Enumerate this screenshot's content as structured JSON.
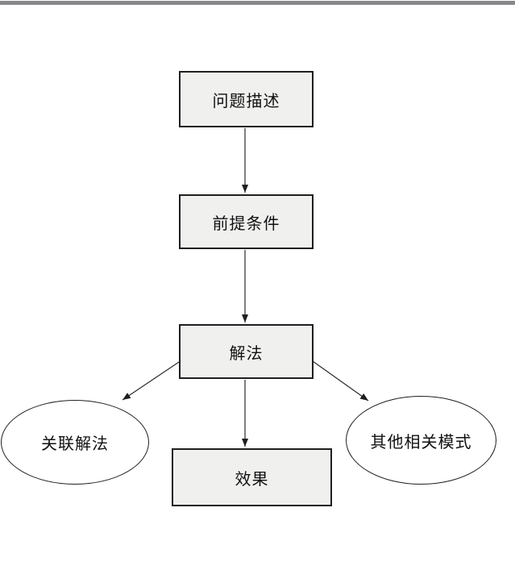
{
  "diagram": {
    "nodes": {
      "problem": {
        "label": "问题描述",
        "shape": "rect"
      },
      "precond": {
        "label": "前提条件",
        "shape": "rect"
      },
      "solution": {
        "label": "解法",
        "shape": "rect"
      },
      "effect": {
        "label": "效果",
        "shape": "rect"
      },
      "related": {
        "label": "关联解法",
        "shape": "ellipse"
      },
      "other": {
        "label": "其他相关模式",
        "shape": "ellipse"
      }
    },
    "edges": [
      {
        "from": "问题描述",
        "to": "前提条件",
        "style": "arrow"
      },
      {
        "from": "前提条件",
        "to": "解法",
        "style": "arrow"
      },
      {
        "from": "解法",
        "to": "关联解法",
        "style": "arrow"
      },
      {
        "from": "解法",
        "to": "效果",
        "style": "arrow"
      },
      {
        "from": "解法",
        "to": "其他相关模式",
        "style": "arrow"
      }
    ],
    "colors": {
      "box_fill": "#f0f0ef",
      "box_border": "#1f1f1f",
      "ellipse_fill": "#ffffff",
      "line": "#1f1f1f",
      "top_bar": "#87878b",
      "text": "#111111",
      "background": "#ffffff"
    }
  }
}
